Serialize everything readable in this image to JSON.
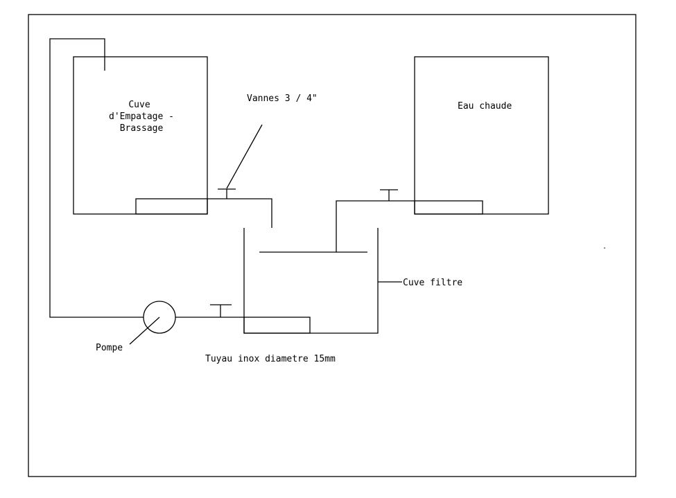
{
  "labels": {
    "mash_tun_line1": "Cuve",
    "mash_tun_line2": "d'Empatage -",
    "mash_tun_line3": "Brassage",
    "valves": "Vannes 3 / 4\"",
    "hot_water": "Eau chaude",
    "filter_tank": "Cuve filtre",
    "pump": "Pompe",
    "pipe": "Tuyau inox diametre 15mm"
  },
  "colors": {
    "line": "#000000",
    "background": "#ffffff"
  }
}
